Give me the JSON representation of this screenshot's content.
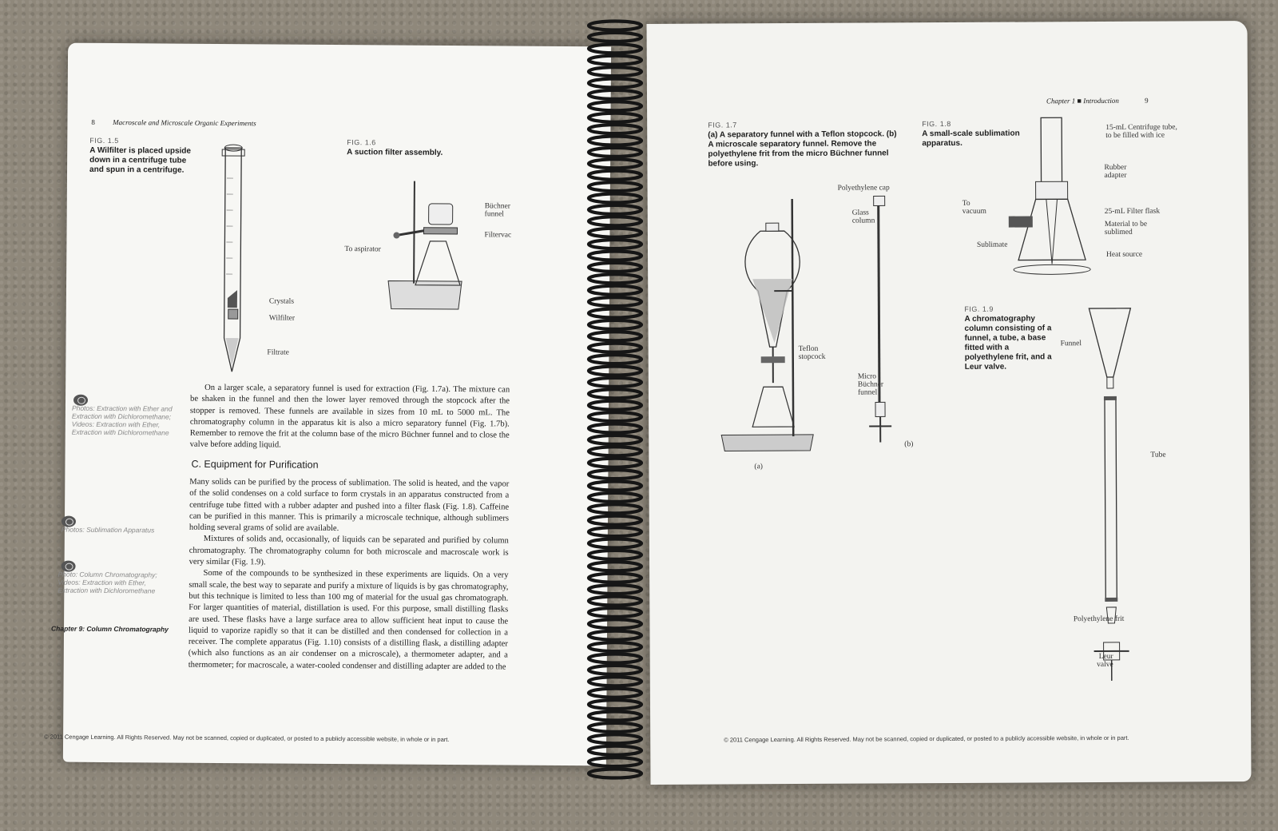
{
  "left_page": {
    "page_number": "8",
    "running_head": "Macroscale and Microscale Organic Experiments",
    "fig15": {
      "number": "FIG. 1.5",
      "caption": "A Wilfilter is placed upside down in a centrifuge tube and spun in a centrifuge.",
      "labels": {
        "crystals": "Crystals",
        "wilfilter": "Wilfilter",
        "filtrate": "Filtrate"
      }
    },
    "fig16": {
      "number": "FIG. 1.6",
      "caption": "A suction filter assembly.",
      "labels": {
        "buchner": "Büchner funnel",
        "filtervac": "Filtervac",
        "aspirator": "To aspirator"
      }
    },
    "sidenotes": [
      "Photos: Extraction with Ether and Extraction with Dichloromethane; Videos: Extraction with Ether, Extraction with Dichloromethane",
      "Photos: Sublimation Apparatus",
      "Photo: Column Chromatography; Videos: Extraction with Ether, Extraction with Dichloromethane"
    ],
    "chapter_ref": "Chapter 9: Column Chromatography",
    "para1": "On a larger scale, a separatory funnel is used for extraction (Fig. 1.7a). The mixture can be shaken in the funnel and then the lower layer removed through the stopcock after the stopper is removed. These funnels are available in sizes from 10 mL to 5000 mL. The chromatography column in the apparatus kit is also a micro separatory funnel (Fig. 1.7b). Remember to remove the frit at the column base of the micro Büchner funnel and to close the valve before adding liquid.",
    "section_heading": "C. Equipment for Purification",
    "para2": "Many solids can be purified by the process of sublimation. The solid is heated, and the vapor of the solid condenses on a cold surface to form crystals in an apparatus constructed from a centrifuge tube fitted with a rubber adapter and pushed into a filter flask (Fig. 1.8). Caffeine can be purified in this manner. This is primarily a microscale technique, although sublimers holding several grams of solid are available.",
    "para3": "Mixtures of solids and, occasionally, of liquids can be separated and purified by column chromatography. The chromatography column for both microscale and macroscale work is very similar (Fig. 1.9).",
    "para4": "Some of the compounds to be synthesized in these experiments are liquids. On a very small scale, the best way to separate and purify a mixture of liquids is by gas chromatography, but this technique is limited to less than 100 mg of material for the usual gas chromatograph. For larger quantities of material, distillation is used. For this purpose, small distilling flasks are used. These flasks have a large surface area to allow sufficient heat input to cause the liquid to vaporize rapidly so that it can be distilled and then condensed for collection in a receiver. The complete apparatus (Fig. 1.10) consists of a distilling flask, a distilling adapter (which also functions as an air condenser on a microscale), a thermometer adapter, and a thermometer; for macroscale, a water-cooled condenser and distilling adapter are added to the",
    "footer": "© 2011 Cengage Learning. All Rights Reserved. May not be scanned, copied or duplicated, or posted to a publicly accessible website, in whole or in part."
  },
  "right_page": {
    "running_head": "Chapter 1 ■ Introduction",
    "page_number": "9",
    "fig17": {
      "number": "FIG. 1.7",
      "caption": "(a) A separatory funnel with a Teflon stopcock. (b) A microscale separatory funnel. Remove the polyethylene frit from the micro Büchner funnel before using.",
      "labels": {
        "poly_cap": "Polyethylene cap",
        "glass_col": "Glass column",
        "teflon": "Teflon stopcock",
        "micro_buchner": "Micro Büchner funnel",
        "a": "(a)",
        "b": "(b)"
      }
    },
    "fig18": {
      "number": "FIG. 1.8",
      "caption": "A small-scale sublimation apparatus.",
      "labels": {
        "centrifuge": "15-mL Centrifuge tube, to be filled with ice",
        "rubber": "Rubber adapter",
        "vacuum": "To vacuum",
        "filter_flask": "25-mL Filter flask",
        "material": "Material to be sublimed",
        "sublimate": "Sublimate",
        "heat": "Heat source"
      }
    },
    "fig19": {
      "number": "FIG. 1.9",
      "caption": "A chromatography column consisting of a funnel, a tube, a base fitted with a polyethylene frit, and a Leur valve.",
      "labels": {
        "funnel": "Funnel",
        "tube": "Tube",
        "frit": "Polyethylene frit",
        "valve": "Leur valve"
      }
    },
    "footer": "© 2011 Cengage Learning. All Rights Reserved. May not be scanned, copied or duplicated, or posted to a publicly accessible website, in whole or in part."
  }
}
